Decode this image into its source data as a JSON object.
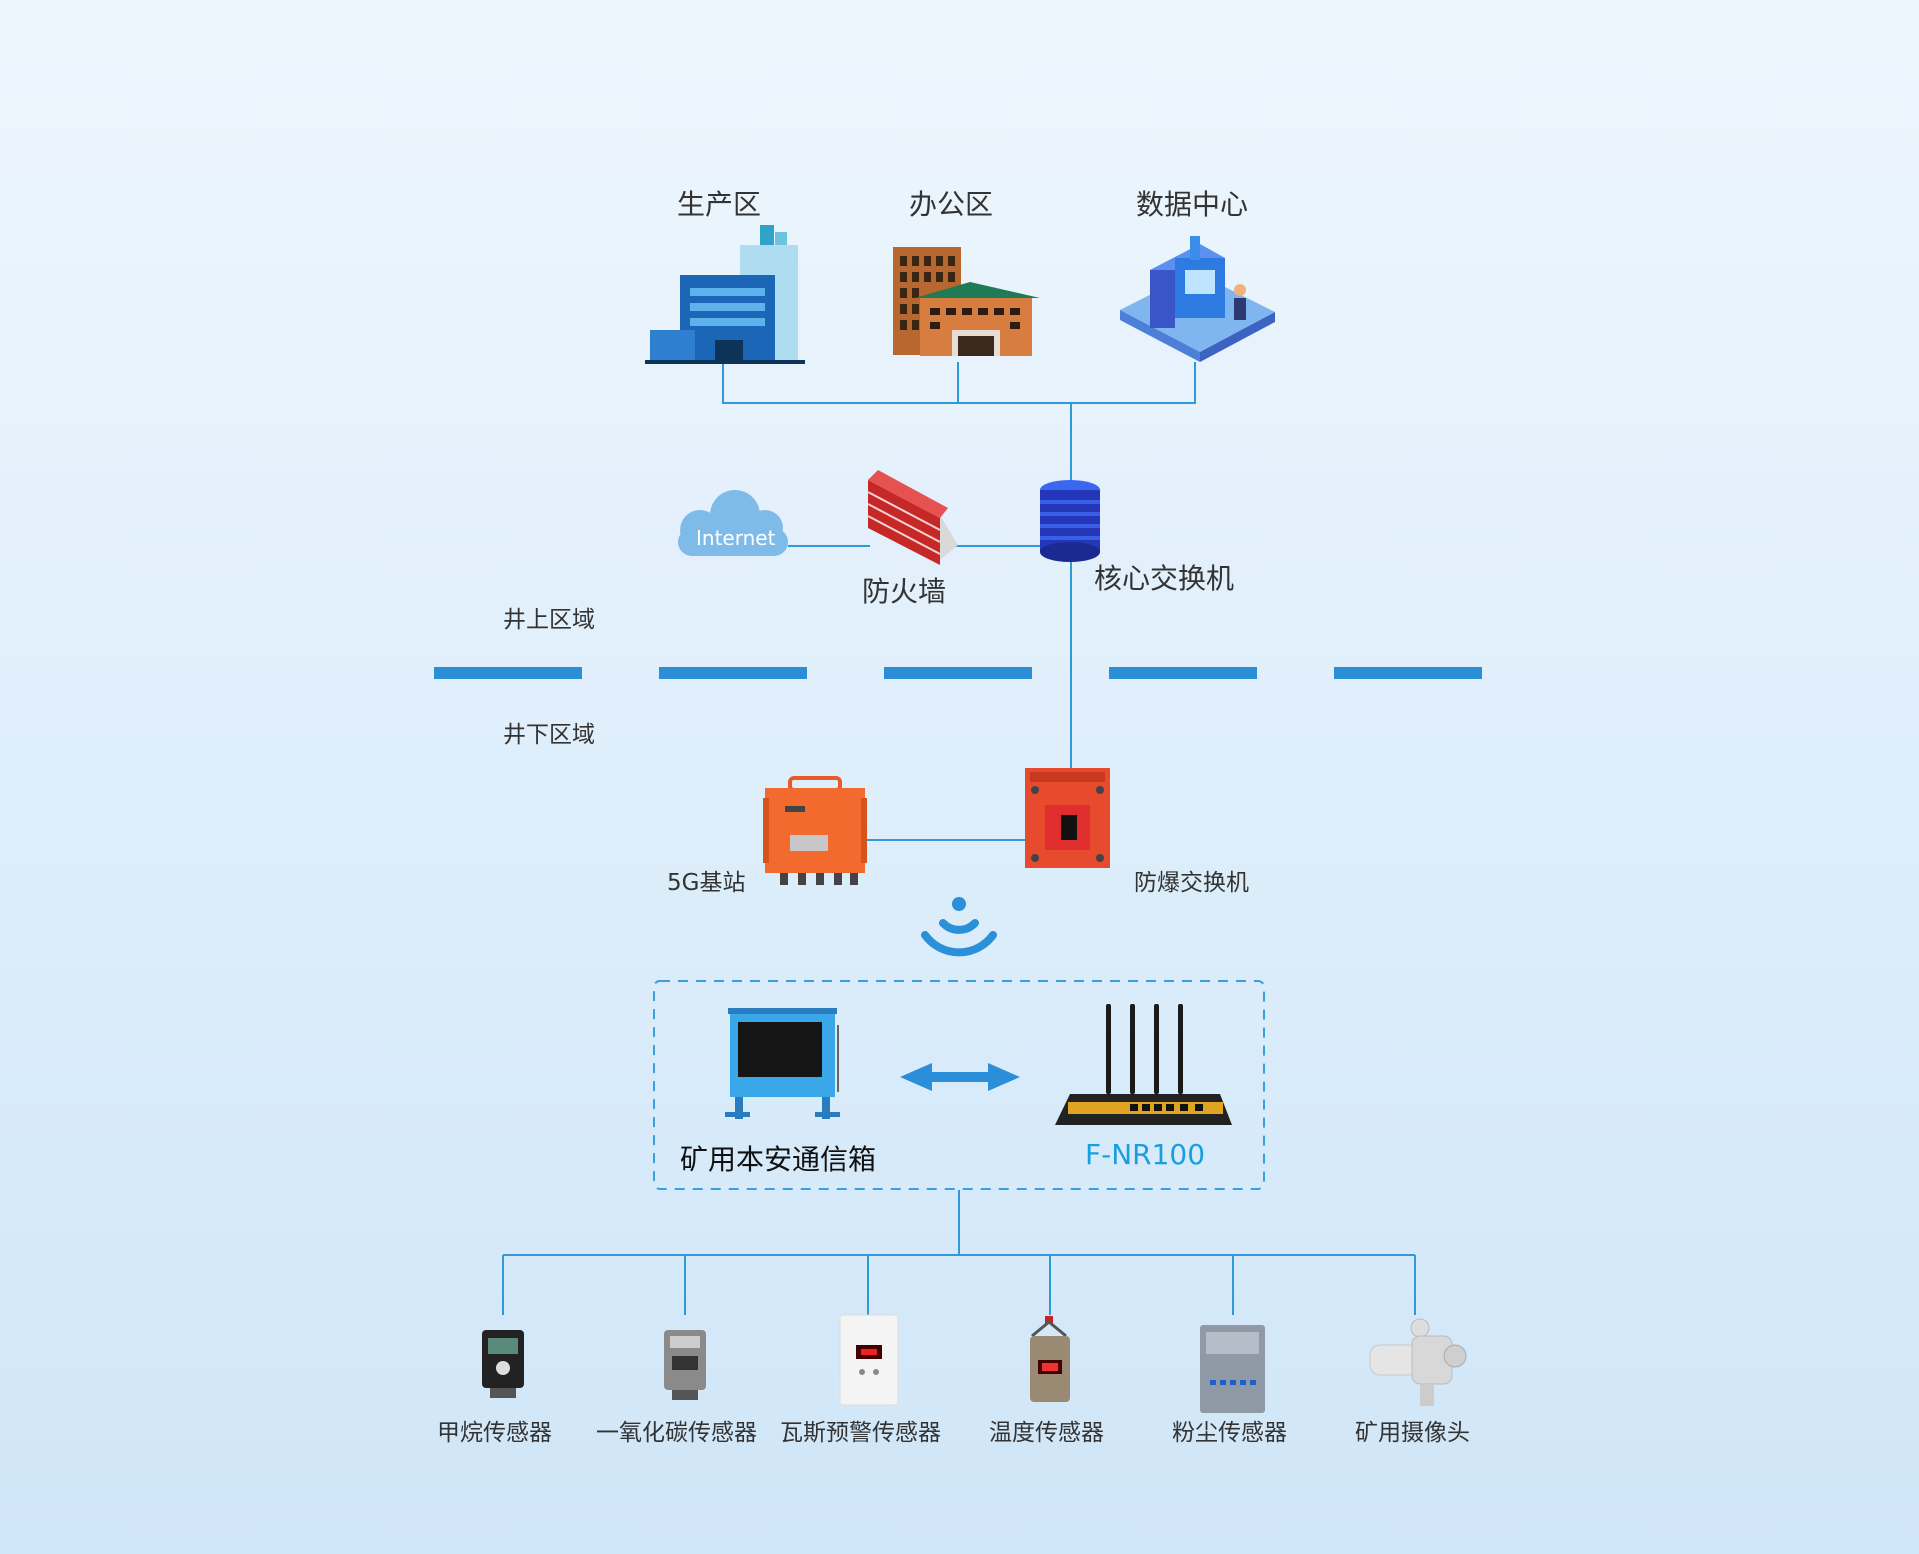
{
  "top": {
    "production": "生产区",
    "office": "办公区",
    "datacenter": "数据中心"
  },
  "network": {
    "internet": "Internet",
    "firewall": "防火墙",
    "core_switch": "核心交换机"
  },
  "zones": {
    "above": "井上区域",
    "below": "井下区域"
  },
  "underground": {
    "base_station": "5G基站",
    "explosion_switch": "防爆交换机"
  },
  "box": {
    "comm_box": "矿用本安通信箱",
    "router_model": "F-NR100"
  },
  "sensors": [
    "甲烷传感器",
    "一氧化碳传感器",
    "瓦斯预警传感器",
    "温度传感器",
    "粉尘传感器",
    "矿用摄像头"
  ],
  "colors": {
    "line": "#2e9ad9",
    "zone_divider": "#2b8fd8",
    "model_text": "#1a9ee0"
  }
}
